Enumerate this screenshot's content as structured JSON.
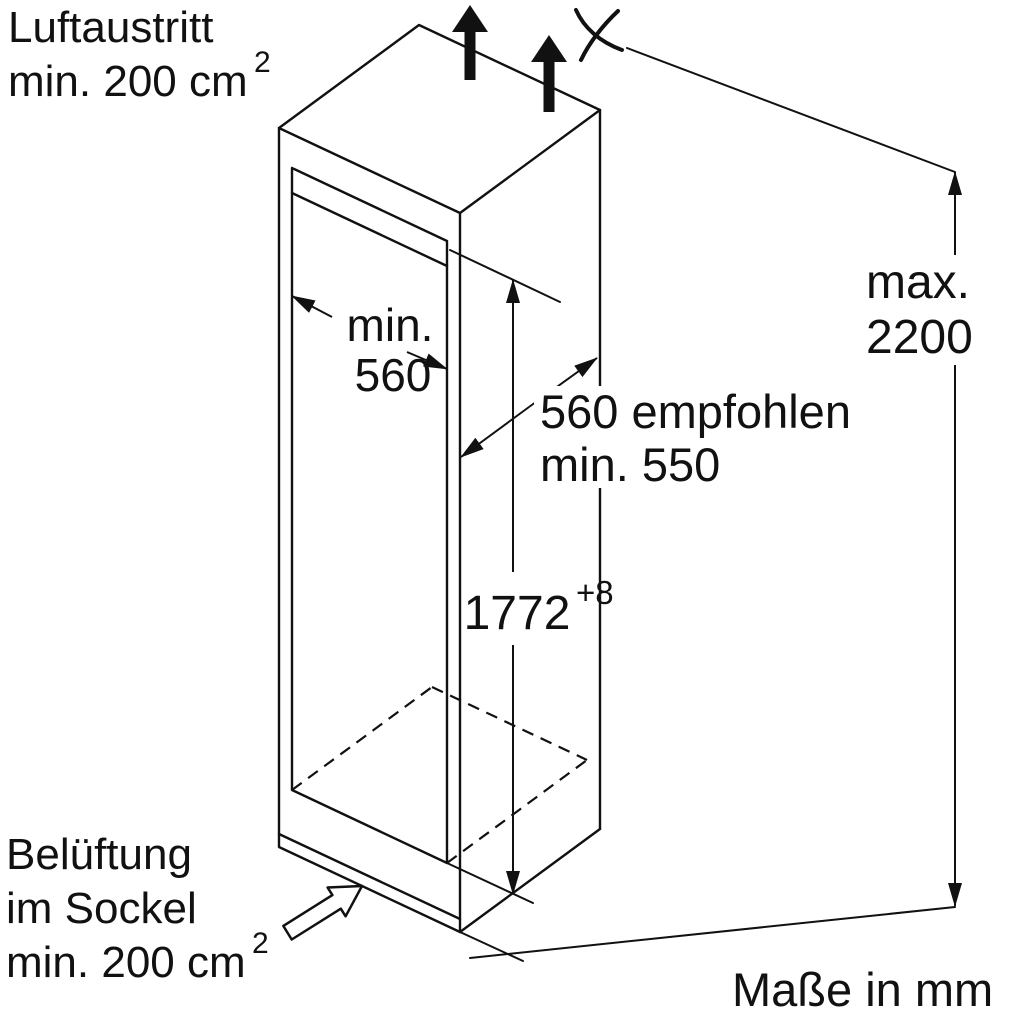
{
  "diagram": {
    "top_left_note": {
      "line1": "Luftaustritt",
      "line2": "min. 200 cm",
      "superscript": "2"
    },
    "bottom_left_note": {
      "line1": "Belüftung",
      "line2": "im Sockel",
      "line3": "min. 200 cm",
      "superscript": "2"
    },
    "width_dimension": {
      "line1": "min.",
      "line2": "560"
    },
    "depth_dimension": {
      "line1": "560 empfohlen",
      "line2": "min. 550"
    },
    "height_dimension": {
      "value": "1772",
      "tolerance": "+8"
    },
    "max_height_dimension": {
      "line1": "max.",
      "line2": "2200"
    },
    "units_note": "Maße in mm",
    "colors": {
      "line": "#111111",
      "background": "#ffffff"
    }
  }
}
